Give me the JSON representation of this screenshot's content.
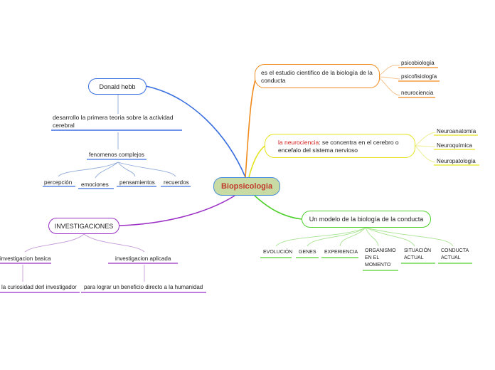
{
  "center": "Biopsicologia",
  "donald": {
    "title": "Donald hebb",
    "desc": "desarrollo la primera teoria sobre la actividad cerebral",
    "sub": "fenomenos complejos",
    "items": [
      "percepción",
      "emociones",
      "pensamientos",
      "recuerdos"
    ]
  },
  "investigaciones": {
    "title": "INVESTIGACIONES",
    "basic": "investigacion basica",
    "basic_detail": "la curiosidad derl investigador",
    "applied": "investigacion aplicada",
    "applied_detail": "para lograr un beneficio directo a la humanidad"
  },
  "estudio": {
    "title": "es el estudio cientifico de la biología de la conducta",
    "items": [
      "psicobiología",
      "psicofisiología",
      "neurociencia"
    ]
  },
  "neuro": {
    "highlight": "la neurociencia",
    "rest": ": se concentra en el cerebro o encefalo del sistema nervioso",
    "items": [
      "Neuroanatomía",
      "Neuroquímica",
      "Neuropatología"
    ]
  },
  "modelo": {
    "title": "Un modelo de la biología de la conducta",
    "items": [
      "EVOLUCIÓN",
      "GENES",
      "EXPERIENCIA",
      "ORGANISMO EN EL MOMENTO",
      "SITUACIÓN ACTUAL",
      "CONDUCTA ACTUAL"
    ]
  },
  "colors": {
    "blue": "#3a6fe0",
    "purple": "#9b2fc6",
    "orange": "#f08a1c",
    "yellow": "#e3e31e",
    "green": "#4dd12a"
  }
}
